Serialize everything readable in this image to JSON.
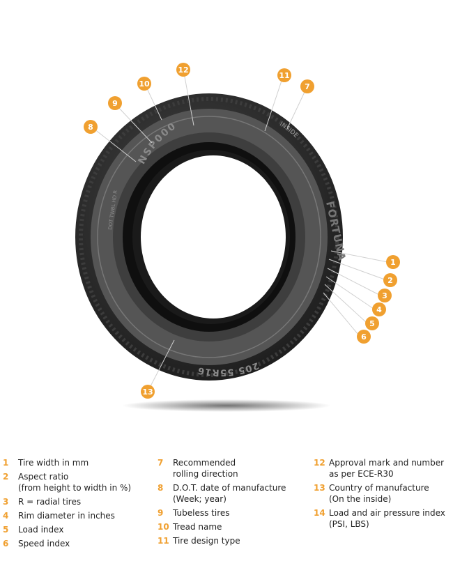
{
  "colors": {
    "accent": "#f0a030",
    "tire": "#2a2a2a"
  },
  "callouts": [
    {
      "num": "1",
      "text": "Tire width in mm"
    },
    {
      "num": "2",
      "text": "Aspect ratio\n(from height to width in %)"
    },
    {
      "num": "3",
      "text": "R = radial tires"
    },
    {
      "num": "4",
      "text": "Rim diameter in inches"
    },
    {
      "num": "5",
      "text": "Load index"
    },
    {
      "num": "6",
      "text": "Speed index"
    },
    {
      "num": "7",
      "text": "Recommended\nrolling direction"
    },
    {
      "num": "8",
      "text": "D.O.T. date of manufacture\n(Week; year)"
    },
    {
      "num": "9",
      "text": "Tubeless tires"
    },
    {
      "num": "10",
      "text": "Tread name"
    },
    {
      "num": "11",
      "text": "Tire design type"
    },
    {
      "num": "12",
      "text": "Approval mark and number\nas per ECE-R30"
    },
    {
      "num": "13",
      "text": "Country of manufacture\n(On the inside)"
    },
    {
      "num": "14",
      "text": "Load and air pressure index\n(PSI, LBS)"
    }
  ],
  "sidewall": {
    "tread_name": "NSP000",
    "inside_mark": "INSIDE",
    "size_mark": "205 55R16",
    "brand_mark": "FORTUNA",
    "dot_mark": "DOT TWBL HD R"
  }
}
